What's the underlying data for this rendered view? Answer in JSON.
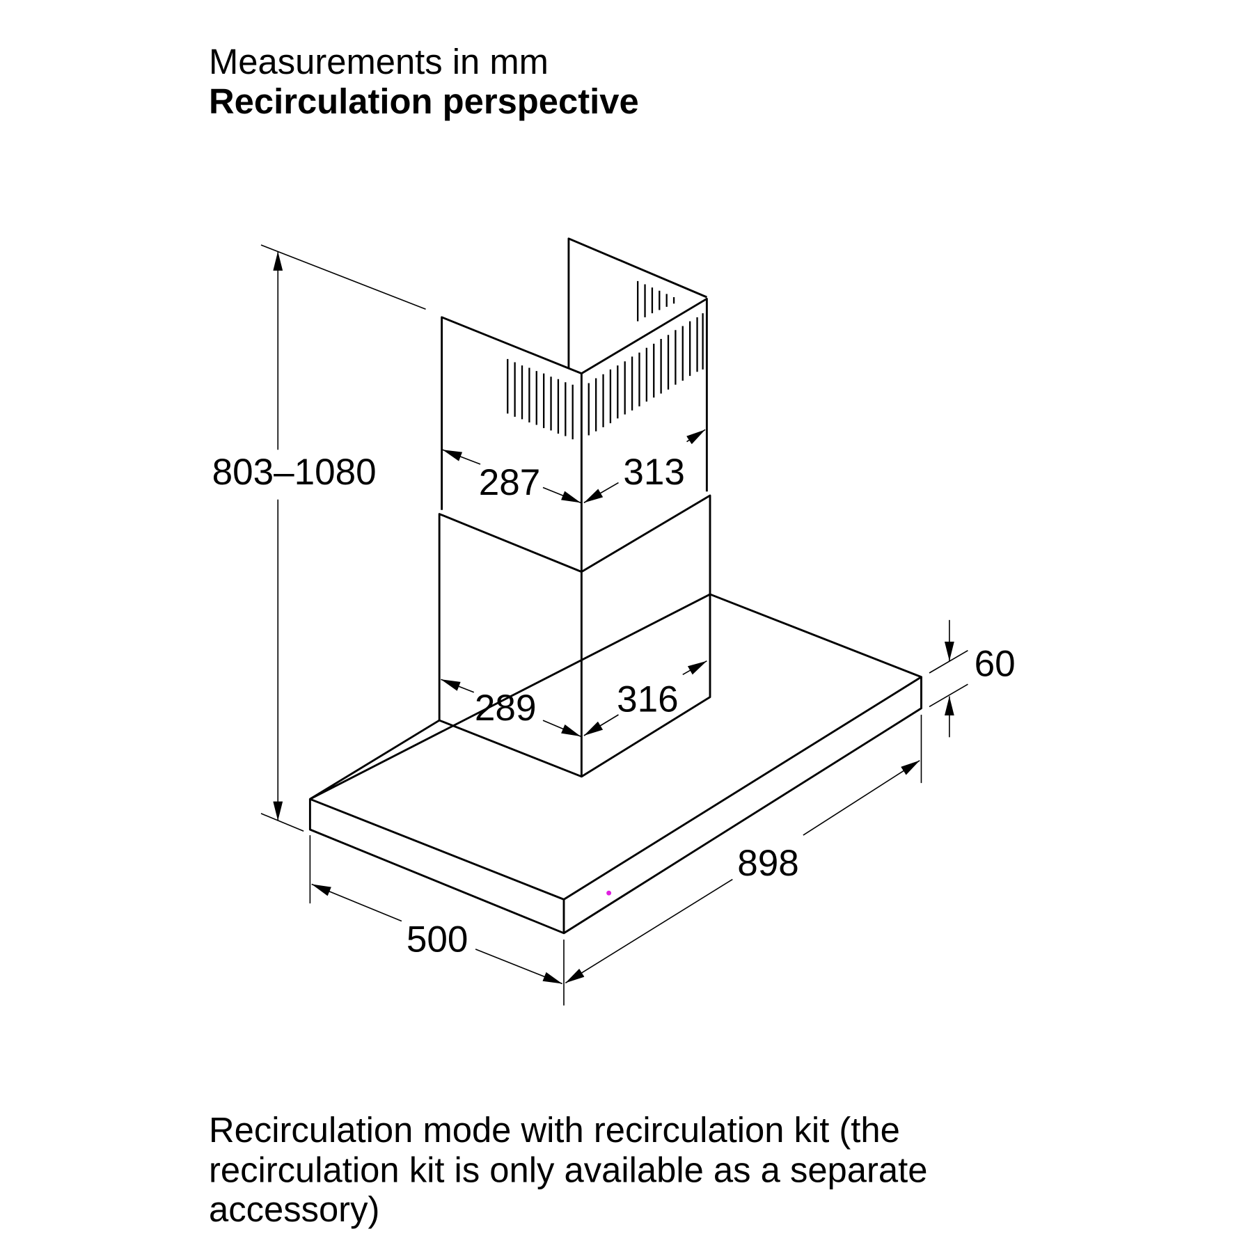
{
  "header": {
    "units_note": "Measurements in mm",
    "title": "Recirculation perspective"
  },
  "dimensions": {
    "height_range": "803–1080",
    "upper_chimney_depth": "287",
    "upper_chimney_width": "313",
    "lower_chimney_depth": "289",
    "lower_chimney_width": "316",
    "canopy_thickness": "60",
    "canopy_width": "898",
    "canopy_depth": "500"
  },
  "footer": {
    "lines": [
      "Recirculation mode with recirculation kit (the",
      "recirculation kit is only available as a separate",
      "accessory)"
    ]
  }
}
